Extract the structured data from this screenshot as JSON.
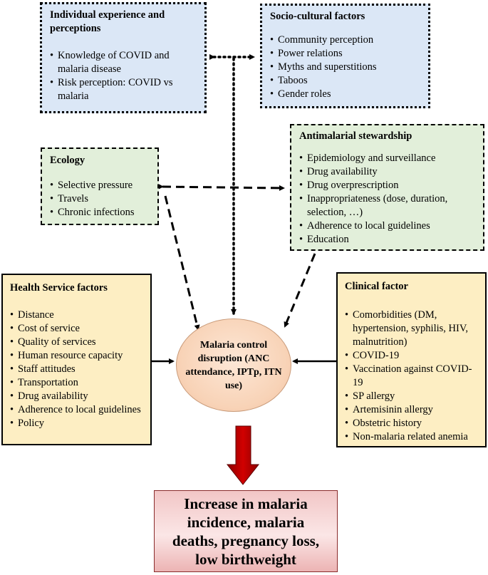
{
  "boxes": {
    "individual": {
      "title": "Individual experience and perceptions",
      "items": [
        "Knowledge of COVID and malaria disease",
        "Risk perception: COVID vs malaria"
      ]
    },
    "sociocultural": {
      "title": "Socio-cultural factors",
      "items": [
        "Community perception",
        "Power relations",
        "Myths and superstitions",
        "Taboos",
        "Gender roles"
      ]
    },
    "ecology": {
      "title": "Ecology",
      "items": [
        "Selective pressure",
        "Travels",
        "Chronic infections"
      ]
    },
    "stewardship": {
      "title": "Antimalarial stewardship",
      "items": [
        "Epidemiology and surveillance",
        "Drug availability",
        "Drug overprescription",
        "Inappropriateness (dose, duration, selection, …)",
        "Adherence to local guidelines",
        "Education"
      ]
    },
    "health": {
      "title": "Health Service factors",
      "items": [
        "Distance",
        "Cost of service",
        "Quality of services",
        "Human resource capacity",
        "Staff attitudes",
        "Transportation",
        "Drug availability",
        "Adherence to local guidelines",
        "Policy"
      ]
    },
    "clinical": {
      "title": "Clinical factor",
      "items": [
        "Comorbidities (DM, hypertension, syphilis, HIV, malnutrition)",
        "COVID-19",
        "Vaccination against COVID-19",
        "SP allergy",
        "Artemisinin allergy",
        "Obstetric history",
        "Non-malaria related anemia"
      ]
    }
  },
  "center": {
    "text": "Malaria control disruption (ANC attendance, IPTp, ITN use)"
  },
  "outcome": {
    "text": "Increase in malaria incidence, malaria deaths, pregnancy loss, low birthweight"
  },
  "colors": {
    "blue_fill": "#dbe7f6",
    "green_fill": "#e2efda",
    "yellow_fill": "#fdeec3",
    "center_fill": "#f8d3b7",
    "outcome_fill": "#f2c6c6",
    "down_arrow": "#c00000"
  }
}
